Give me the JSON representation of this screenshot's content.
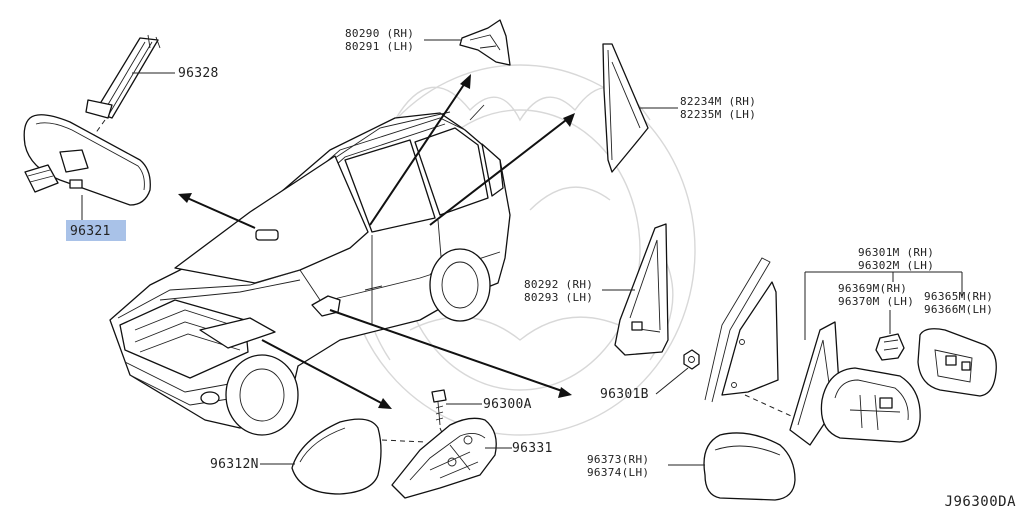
{
  "diagram_code": "J96300DA",
  "highlight_color": "#a9c2e8",
  "labels": {
    "p96328": "96328",
    "p96321": "96321",
    "p80290": "80290 (RH)",
    "p80291": "80291 (LH)",
    "p82234m": "82234M (RH)",
    "p82235m": "82235M (LH)",
    "p96301m": "96301M (RH)",
    "p96302m": "96302M (LH)",
    "p96369m": "96369M(RH)",
    "p96370m": "96370M (LH)",
    "p96365m": "96365M(RH)",
    "p96366m": "96366M(LH)",
    "p80292": "80292 (RH)",
    "p80293": "80293 (LH)",
    "p96301b": "96301B",
    "p96300a": "96300A",
    "p96331": "96331",
    "p96312n": "96312N",
    "p96373": "96373(RH)",
    "p96374": "96374(LH)"
  }
}
